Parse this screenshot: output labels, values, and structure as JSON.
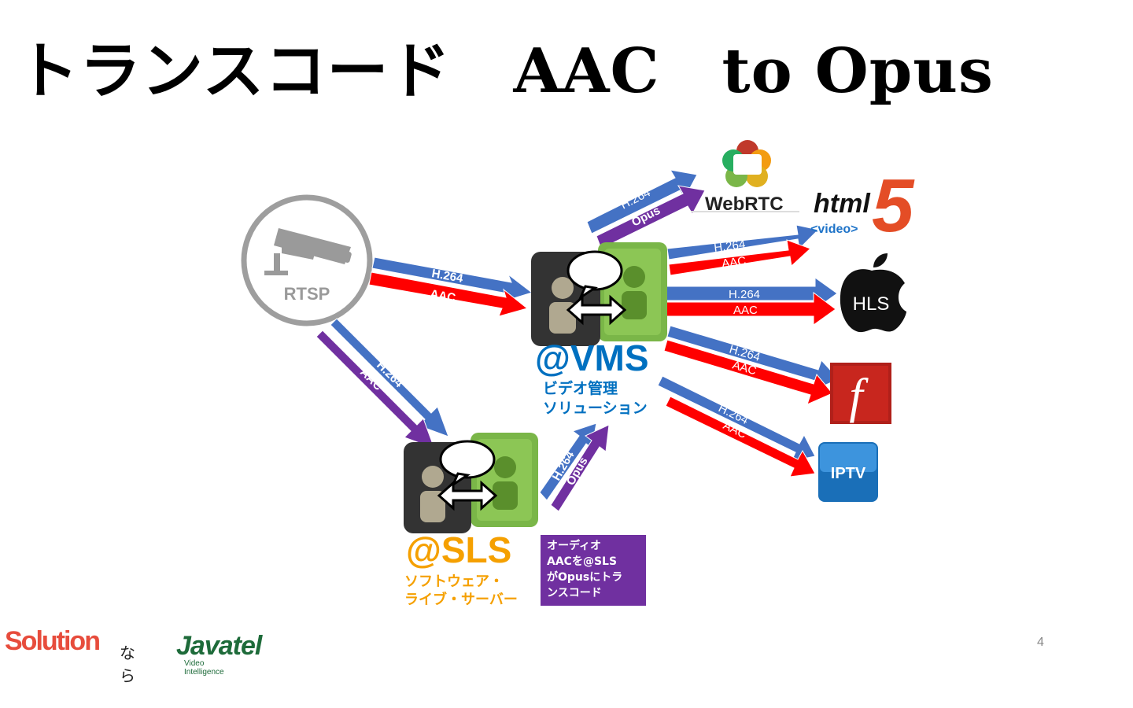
{
  "slide": {
    "title": "トランスコード　AAC　to Opus",
    "page_number": "4"
  },
  "source": {
    "label": "RTSP"
  },
  "vms": {
    "name": "@VMS",
    "subtitle_line1": "ビデオ管理",
    "subtitle_line2": "ソリューション"
  },
  "sls": {
    "name": "@SLS",
    "subtitle_line1": "ソフトウェア・",
    "subtitle_line2": "ライブ・サーバー"
  },
  "note": {
    "line1": "オーディオ",
    "line2": "AACを@SLS",
    "line3": "がOpusにトラ",
    "line4": "ンスコード"
  },
  "arrows": {
    "h264": "H.264",
    "aac": "AAC",
    "opus": "Opus"
  },
  "targets": {
    "webrtc": "WebRTC",
    "html5_word": "html",
    "html5_five": "5",
    "html5_video": "<video>",
    "hls": "HLS",
    "flash": "f",
    "iptv": "IPTV"
  },
  "footer": {
    "solution": "Solution",
    "nara": "なら",
    "javatel": "Javatel",
    "tagline": "Video Intelligence"
  },
  "colors": {
    "blue_arrow": "#4472c4",
    "red_arrow": "#ff0000",
    "purple_arrow": "#7030a0",
    "vms_blue": "#0070c0",
    "sls_orange": "#f5a000",
    "green_icon": "#7ab648"
  }
}
